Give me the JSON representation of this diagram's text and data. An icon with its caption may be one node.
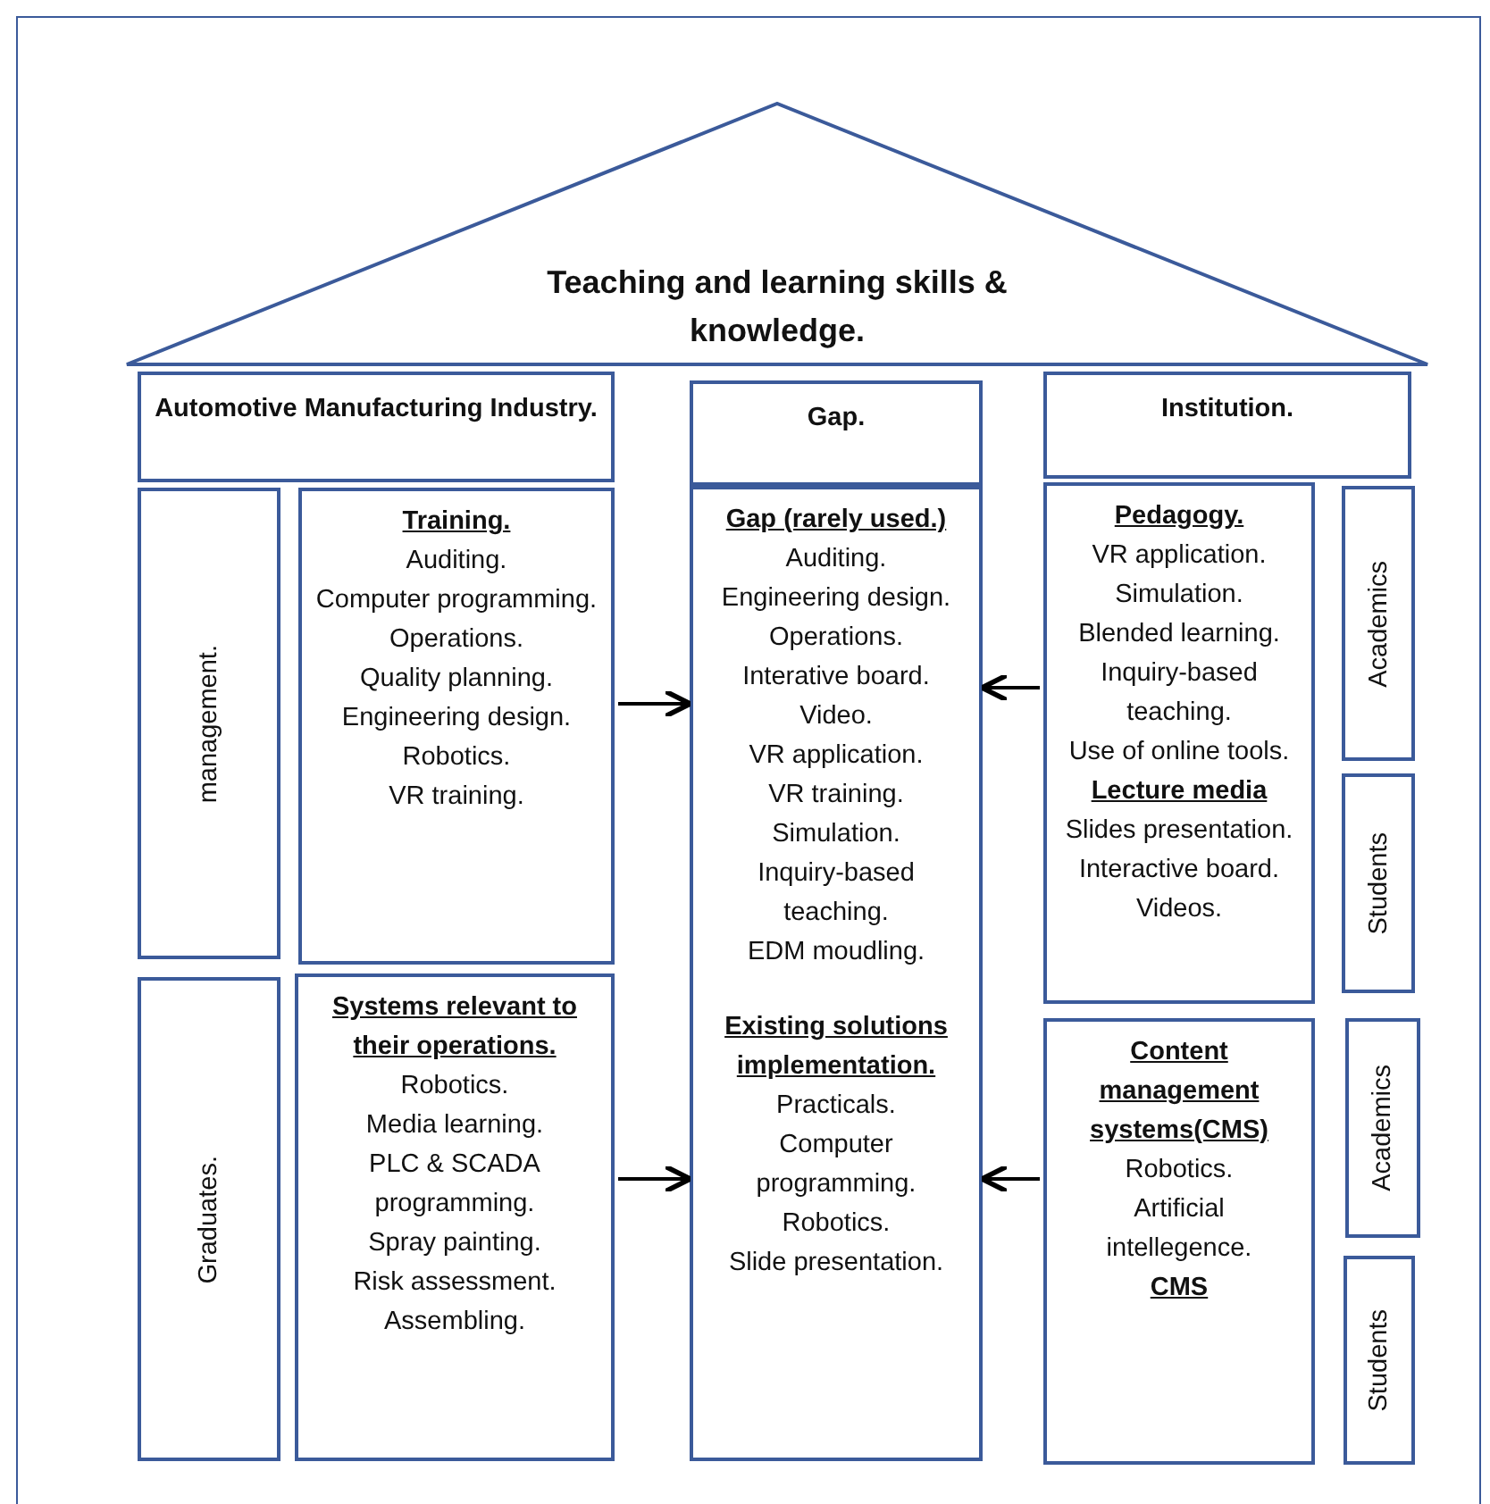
{
  "diagram": {
    "nodes": [
      {
        "text": [
          "Teaching and learning skills & knowledge."
        ]
      },
      {
        "text": [
          "Automotive Manufacturing Industry."
        ]
      },
      {
        "text": [
          "Gap."
        ]
      },
      {
        "text": [
          "Institution."
        ]
      },
      {
        "text": [
          "management."
        ]
      },
      {
        "text": [
          "Training.",
          "Auditing.",
          "Computer programming.",
          "Operations.",
          "Quality planning.",
          "Engineering design.",
          "Robotics.",
          "VR training."
        ]
      },
      {
        "text": [
          "Graduates."
        ]
      },
      {
        "text": [
          "Systems relevant to their operations.",
          "Robotics.",
          "Media learning.",
          "PLC & SCADA programming.",
          "Spray painting.",
          "Risk assessment.",
          "Assembling."
        ]
      },
      {
        "text": [
          "Gap (rarely used.)",
          "Auditing.",
          "Engineering design.",
          "Operations.",
          "Interative board.",
          "Video.",
          "VR application.",
          "VR training.",
          "Simulation.",
          "Inquiry-based teaching.",
          "EDM moudling.",
          "Existing solutions implementation.",
          "Practicals.",
          "Computer programming.",
          "Robotics.",
          "Slide presentation."
        ]
      },
      {
        "text": [
          "Pedagogy.",
          "VR application.",
          "Simulation.",
          "Blended learning.",
          "Inquiry-based teaching.",
          "Use of online tools.",
          "Lecture media",
          "Slides presentation.",
          "Interactive board.",
          "Videos."
        ]
      },
      {
        "text": [
          "Academics"
        ]
      },
      {
        "text": [
          "Students"
        ]
      },
      {
        "text": [
          "Content management systems(CMS)",
          "Robotics.",
          "Artificial intellegence.",
          "CMS"
        ]
      },
      {
        "text": [
          "Academics"
        ]
      },
      {
        "text": [
          "Students"
        ]
      }
    ],
    "edges": [
      {
        "from": 5,
        "to": 8,
        "arrow": "to"
      },
      {
        "from": 7,
        "to": 8,
        "arrow": "to"
      },
      {
        "from": 9,
        "to": 8,
        "arrow": "to"
      },
      {
        "from": 12,
        "to": 8,
        "arrow": "to"
      }
    ]
  }
}
